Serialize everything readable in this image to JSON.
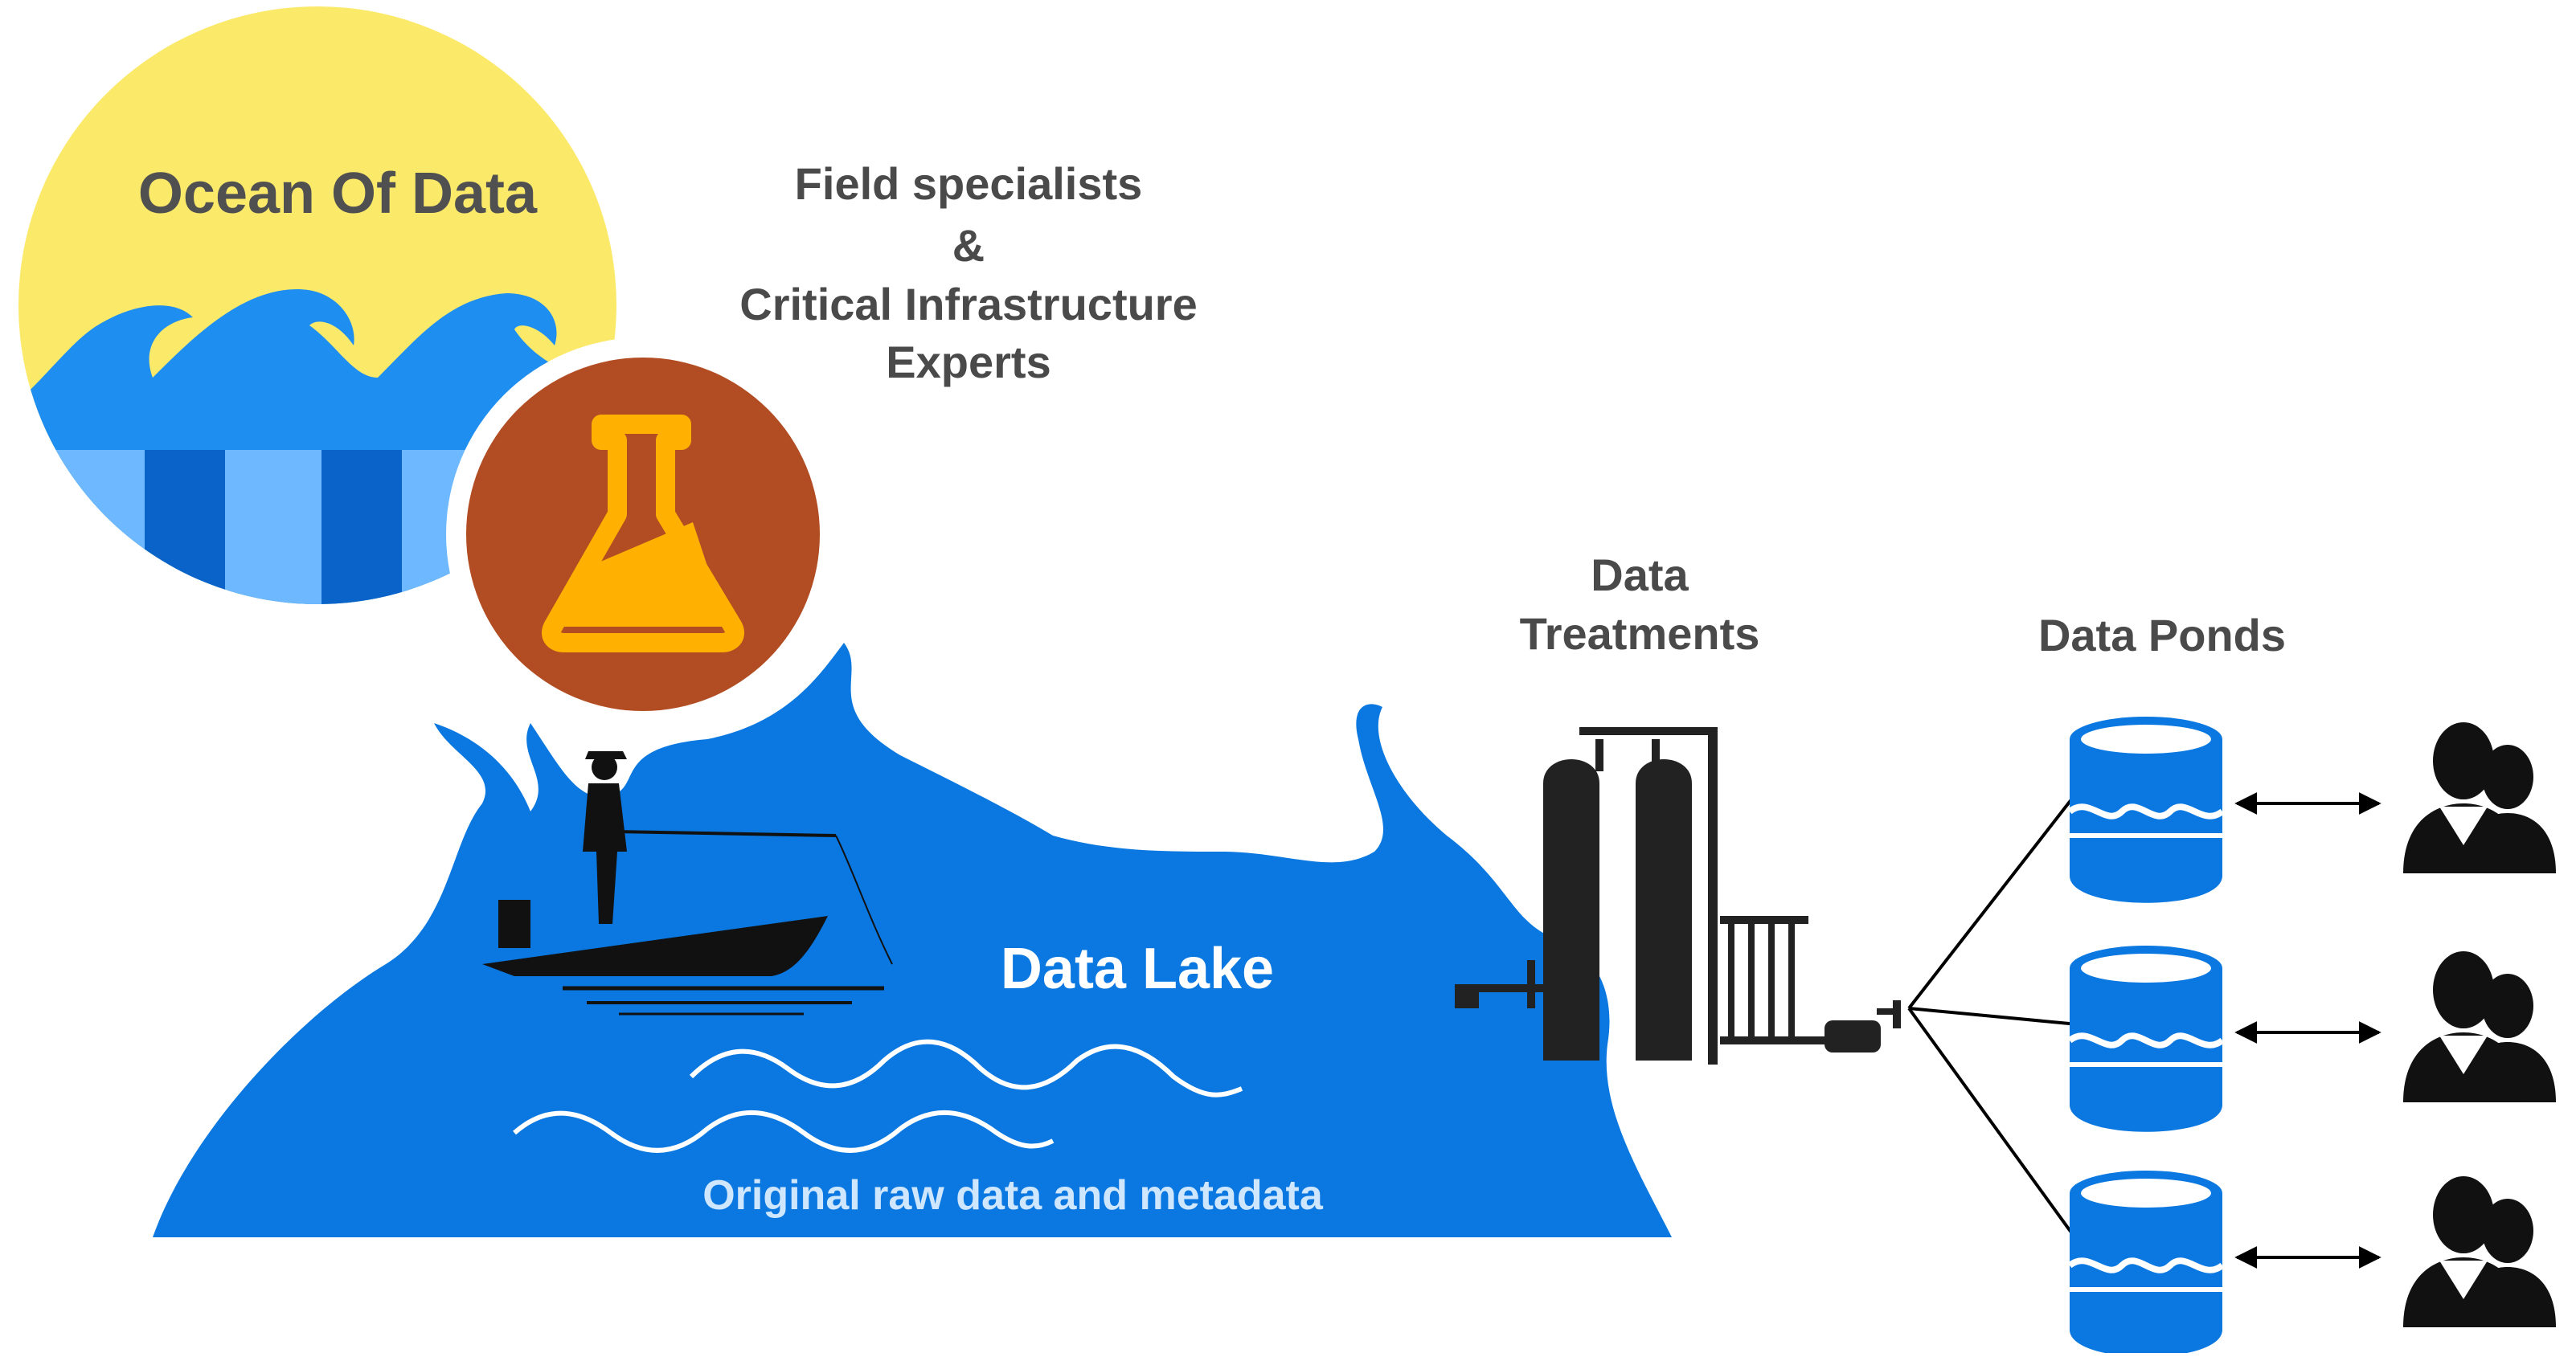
{
  "ocean": {
    "title": "Ocean Of Data",
    "colors": {
      "sun": "#fbe96a",
      "wave": "#1f8ef1",
      "stripe_dark": "#0a63c9",
      "stripe_light": "#6db8ff"
    }
  },
  "experts": {
    "lines": [
      "Field specialists",
      "&",
      "Critical Infrastructure",
      "Experts"
    ],
    "icon": "flask-icon",
    "colors": {
      "circle": "#b24d23",
      "flask": "#ffb000"
    }
  },
  "lake": {
    "title": "Data Lake",
    "subtitle": "Original raw data and metadata",
    "colors": {
      "water": "#0a78e0",
      "ripple": "#ffffff"
    },
    "icons": [
      "fisherman-icon",
      "boat-icon"
    ]
  },
  "treatments": {
    "lines": [
      "Data",
      "Treatments"
    ],
    "icon": "water-treatment-plant-icon",
    "colors": {
      "machine": "#222222"
    }
  },
  "ponds": {
    "title": "Data Ponds",
    "items": [
      {
        "icon": "database-icon",
        "users_icon": "user-group-icon"
      },
      {
        "icon": "database-icon",
        "users_icon": "user-group-icon"
      },
      {
        "icon": "database-icon",
        "users_icon": "user-group-icon"
      }
    ],
    "colors": {
      "cylinder": "#0a78e0",
      "users": "#111111"
    }
  }
}
